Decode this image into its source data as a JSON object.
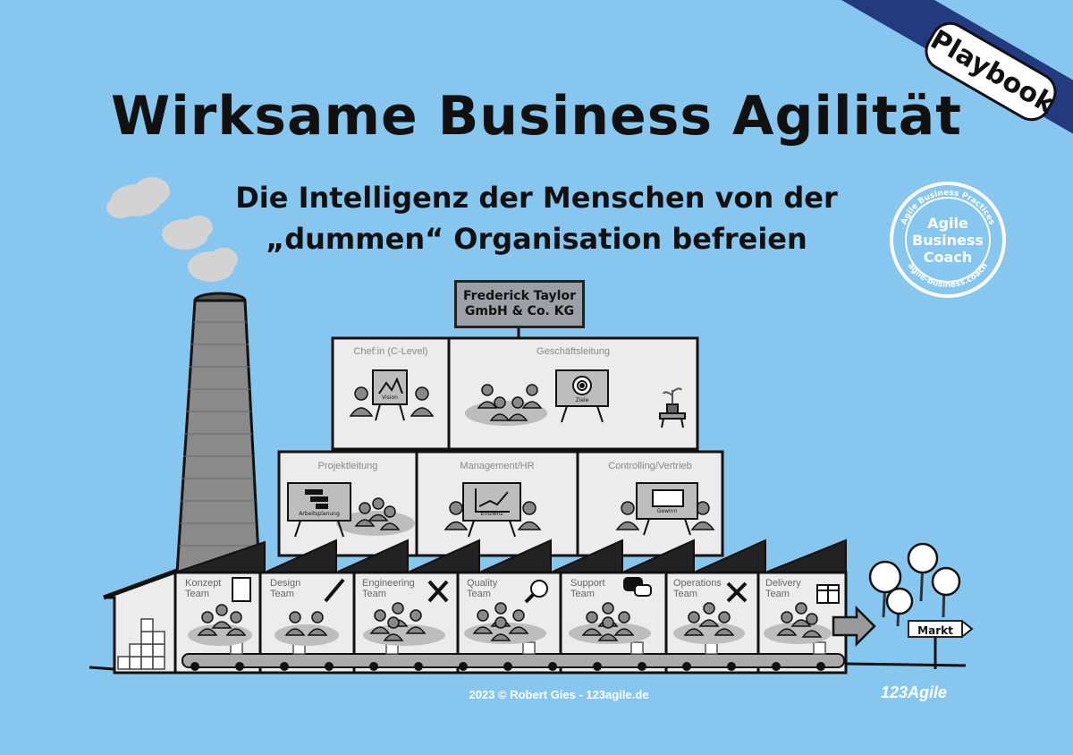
{
  "title": "Wirksame Business Agilität",
  "subtitle_line1": "Die Intelligenz der Menschen von der",
  "subtitle_line2": "„dummen“ Organisation befreien",
  "badge": "Playbook",
  "stamp": {
    "ring_top": "Agile Business Practices",
    "ring_bottom": "agile-business.coach",
    "line1": "Agile",
    "line2": "Business",
    "line3": "Coach"
  },
  "sign": {
    "line1": "Frederick Taylor",
    "line2": "GmbH & Co. KG"
  },
  "top_floor": {
    "left": {
      "label": "Chef:in (C-Level)",
      "board": "Vision"
    },
    "right": {
      "label": "Geschäftsleitung",
      "board": "Ziele"
    }
  },
  "middle_floor": [
    {
      "label": "Projektleitung",
      "board": "Arbeitsplanung"
    },
    {
      "label": "Management/HR",
      "board": "Effizienz"
    },
    {
      "label": "Controlling/Vertrieb",
      "board": "Gewinn"
    }
  ],
  "teams": [
    {
      "line1": "Konzept",
      "line2": "Team",
      "icon": "document-icon"
    },
    {
      "line1": "Design",
      "line2": "Team",
      "icon": "brush-icon"
    },
    {
      "line1": "Engineering",
      "line2": "Team",
      "icon": "tools-icon"
    },
    {
      "line1": "Quality",
      "line2": "Team",
      "icon": "magnifier-icon"
    },
    {
      "line1": "Support",
      "line2": "Team",
      "icon": "speech-bubbles-icon"
    },
    {
      "line1": "Operations",
      "line2": "Team",
      "icon": "tools-icon"
    },
    {
      "line1": "Delivery",
      "line2": "Team",
      "icon": "gift-icon"
    }
  ],
  "market_sign": "Markt",
  "footer": "2023 © Robert Gies - 123agile.de",
  "brand": "123Agile",
  "colors": {
    "background": "#87c6ef",
    "ribbon": "#243a7e",
    "floor": "#ececec"
  }
}
